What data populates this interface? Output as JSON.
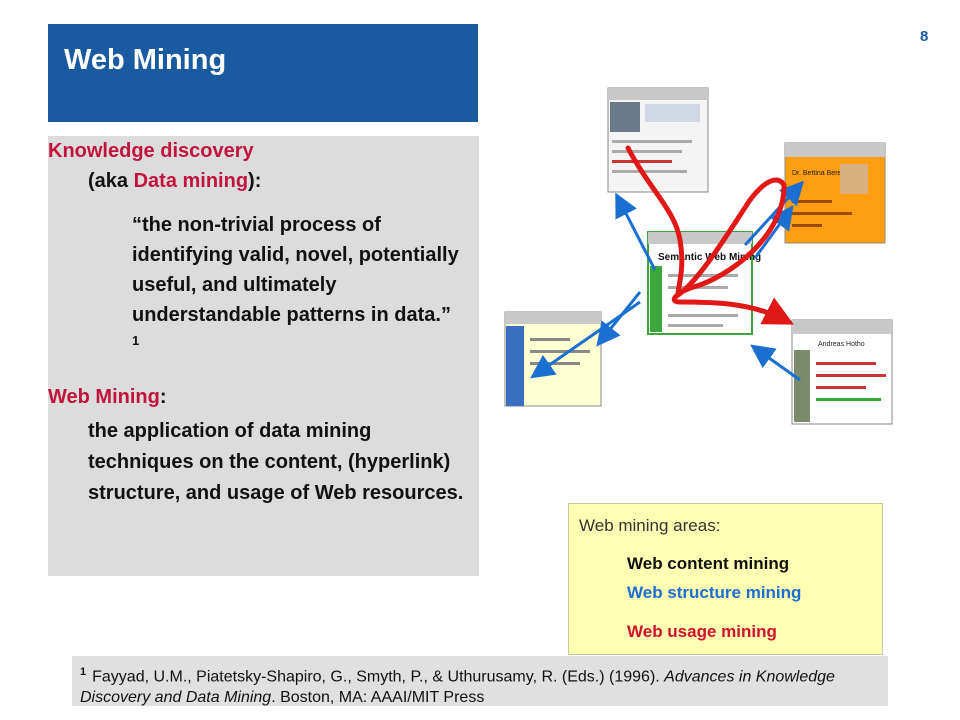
{
  "slide_number": "8",
  "title": "Web Mining",
  "knowledge_discovery": {
    "heading": "Knowledge discovery",
    "aka_prefix": "(aka ",
    "aka_term": "Data mining",
    "aka_suffix": "):",
    "quote": "“the non-trivial process of identifying valid, novel, potentially useful, and ultimately understandable patterns in data.”",
    "footnote_ref": "1"
  },
  "web_mining": {
    "heading": "Web Mining",
    "colon": ":",
    "definition": "the application of data mining techniques on the content, (hyperlink) structure, and usage of Web resources."
  },
  "areas": {
    "title": "Web mining areas:",
    "items": [
      {
        "label": "Web content mining",
        "color": "#111111"
      },
      {
        "label": "Web structure mining",
        "color": "#1a6fd0"
      },
      {
        "label": "Web usage mining",
        "color": "#d0102c"
      }
    ]
  },
  "diagram": {
    "page_center_title": "Semantic Web Mining",
    "page_right_name": "Dr. Bettina Berendt",
    "page_bottom_right_name": "Andreas Hotho"
  },
  "footnote": {
    "marker": "1",
    "authors": "Fayyad, U.M., Piatetsky-Shapiro, G., Smyth, P., & Uthurusamy, R. (Eds.) (1996). ",
    "book": "Advances in Knowledge Discovery and Data Mining",
    "publisher": ". Boston, MA: AAAI/MIT Press"
  },
  "colors": {
    "title_bg": "#1a5aa0",
    "accent_red": "#c0143c",
    "link_blue": "#1a6fd0",
    "usage_red": "#e01818",
    "areas_bg": "#ffffb4"
  }
}
